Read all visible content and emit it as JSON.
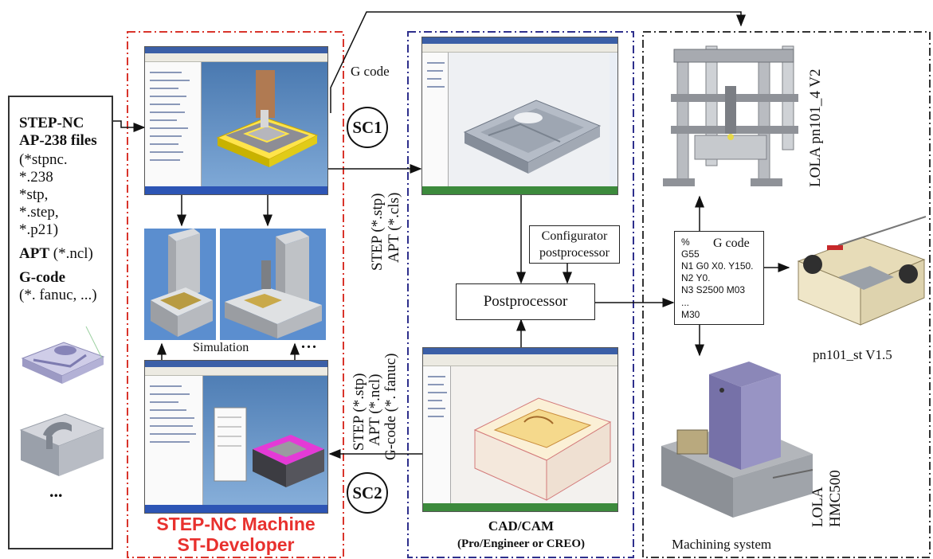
{
  "files": {
    "step_nc": "STEP-NC",
    "ap238": "AP-238 files",
    "stpnc": "(*stpnc.",
    "e238": "*.238",
    "stp": "*stp,",
    "step": "*.step,",
    "p21": "*.p21)",
    "apt_bold": "APT",
    "apt_rest": " (*.ncl)",
    "gcode": "G-code",
    "fanuc": "(*. fanuc, ...)",
    "ellipsis": "..."
  },
  "st_developer": {
    "title_line1": "STEP-NC Machine",
    "title_line2": "ST-Developer",
    "simulation": "Simulation",
    "dots": "...",
    "title_color": "#e8312e",
    "frame_color": "#d9342b"
  },
  "cadcam": {
    "title": "CAD/CAM",
    "subtitle": "(Pro/Engineer or CREO)",
    "frame_color": "#2e2f8c"
  },
  "flows": {
    "gcode_top": "G code",
    "sc1": "SC1",
    "sc2": "SC2",
    "sc1_formats_line1": "STEP (*.stp)",
    "sc1_formats_line2": "APT (*.cls)",
    "sc2_formats_line1": "STEP (*.stp)",
    "sc2_formats_line2": "APT (*.ncl)",
    "sc2_formats_line3": "G-code (*. fanuc)"
  },
  "post": {
    "configurator_line1": "Configurator",
    "configurator_line2": "postprocessor",
    "postprocessor": "Postprocessor"
  },
  "gcode_box": {
    "header": "G code",
    "lines": [
      "%",
      "G55",
      "N1 G0 X0. Y150.",
      "N2 Y0.",
      "N3 S2500 M03",
      "...",
      "M30"
    ]
  },
  "machines": {
    "lola_v2": "LOLA pn101_4 V2",
    "pn101": "pn101_st V1.5",
    "lola_hmc_line1": "LOLA",
    "lola_hmc_line2": "HMC500",
    "machining_system": "Machining system",
    "frame_color": "#333333"
  }
}
